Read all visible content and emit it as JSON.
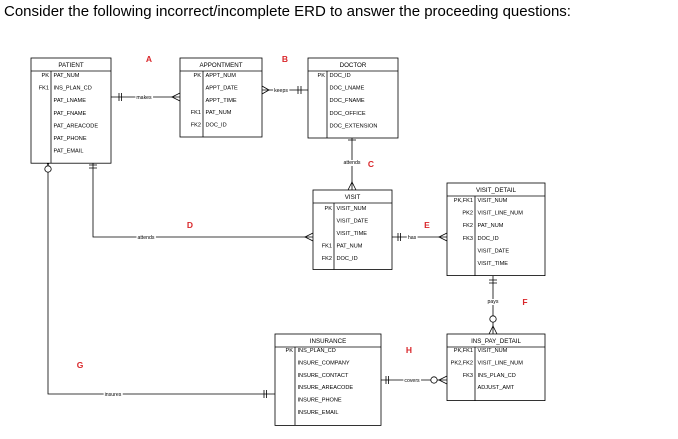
{
  "question": "Consider the following incorrect/incomplete ERD to answer the proceeding questions:",
  "entities": {
    "patient": {
      "title": "PATIENT",
      "rows": [
        {
          "key": "PK",
          "attr": "PAT_NUM"
        },
        {
          "key": "FK1",
          "attr": "INS_PLAN_CD"
        },
        {
          "key": "",
          "attr": "PAT_LNAME"
        },
        {
          "key": "",
          "attr": "PAT_FNAME"
        },
        {
          "key": "",
          "attr": "PAT_AREACODE"
        },
        {
          "key": "",
          "attr": "PAT_PHONE"
        },
        {
          "key": "",
          "attr": "PAT_EMAIL"
        }
      ]
    },
    "appointment": {
      "title": "APPONTMENT",
      "rows": [
        {
          "key": "PK",
          "attr": "APPT_NUM"
        },
        {
          "key": "",
          "attr": "APPT_DATE"
        },
        {
          "key": "",
          "attr": "APPT_TIME"
        },
        {
          "key": "FK1",
          "attr": "PAT_NUM"
        },
        {
          "key": "FK2",
          "attr": "DOC_ID"
        }
      ]
    },
    "doctor": {
      "title": "DOCTOR",
      "rows": [
        {
          "key": "PK",
          "attr": "DOC_ID"
        },
        {
          "key": "",
          "attr": "DOC_LNAME"
        },
        {
          "key": "",
          "attr": "DOC_FNAME"
        },
        {
          "key": "",
          "attr": "DOC_OFFICE"
        },
        {
          "key": "",
          "attr": "DOC_EXTENSION"
        }
      ]
    },
    "visit": {
      "title": "VISIT",
      "rows": [
        {
          "key": "PK",
          "attr": "VISIT_NUM"
        },
        {
          "key": "",
          "attr": "VISIT_DATE"
        },
        {
          "key": "",
          "attr": "VISIT_TIME"
        },
        {
          "key": "FK1",
          "attr": "PAT_NUM"
        },
        {
          "key": "FK2",
          "attr": "DOC_ID"
        }
      ]
    },
    "visit_detail": {
      "title": "VISIT_DETAIL",
      "rows": [
        {
          "key": "PK,FK1",
          "attr": "VISIT_NUM"
        },
        {
          "key": "PK2",
          "attr": "VISIT_LINE_NUM"
        },
        {
          "key": "FK2",
          "attr": "PAT_NUM"
        },
        {
          "key": "FK3",
          "attr": "DOC_ID"
        },
        {
          "key": "",
          "attr": "VISIT_DATE"
        },
        {
          "key": "",
          "attr": "VISIT_TIME"
        }
      ]
    },
    "insurance": {
      "title": "INSURANCE",
      "rows": [
        {
          "key": "PK",
          "attr": "INS_PLAN_CD"
        },
        {
          "key": "",
          "attr": "INSURE_COMPANY"
        },
        {
          "key": "",
          "attr": "INSURE_CONTACT"
        },
        {
          "key": "",
          "attr": "INSURE_AREACODE"
        },
        {
          "key": "",
          "attr": "INSURE_PHONE"
        },
        {
          "key": "",
          "attr": "INSURE_EMAIL"
        }
      ]
    },
    "ins_pay_detail": {
      "title": "INS_PAY_DETAIL",
      "rows": [
        {
          "key": "PK,FK1",
          "attr": "VISIT_NUM"
        },
        {
          "key": "PK2,FK2",
          "attr": "VISIT_LINE_NUM"
        },
        {
          "key": "FK3",
          "attr": "INS_PLAN_CD"
        },
        {
          "key": "",
          "attr": "ADJUST_AMT"
        }
      ]
    }
  },
  "relationships": {
    "makes": "makes",
    "keeps": "keeps",
    "attends_doctor": "attends",
    "attends_patient": "attends",
    "has": "has",
    "pays": "pays",
    "covers": "covers",
    "insures": "insures"
  },
  "question_tags": {
    "a": "A",
    "b": "B",
    "c": "C",
    "d": "D",
    "e": "E",
    "f": "F",
    "g": "G",
    "h": "H"
  },
  "colors": {
    "tag": "#d9262a",
    "line": "#000000"
  }
}
